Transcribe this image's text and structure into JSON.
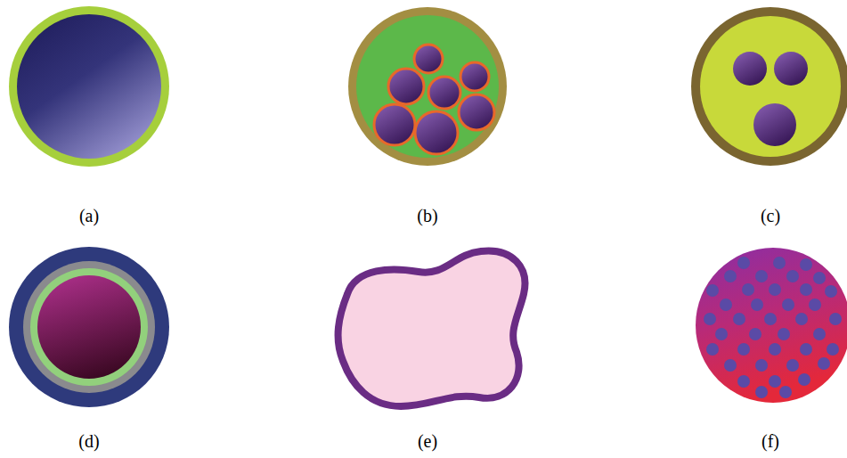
{
  "diagram": {
    "labels": [
      "(a)",
      "(b)",
      "(c)",
      "(d)",
      "(e)",
      "(f)"
    ]
  }
}
